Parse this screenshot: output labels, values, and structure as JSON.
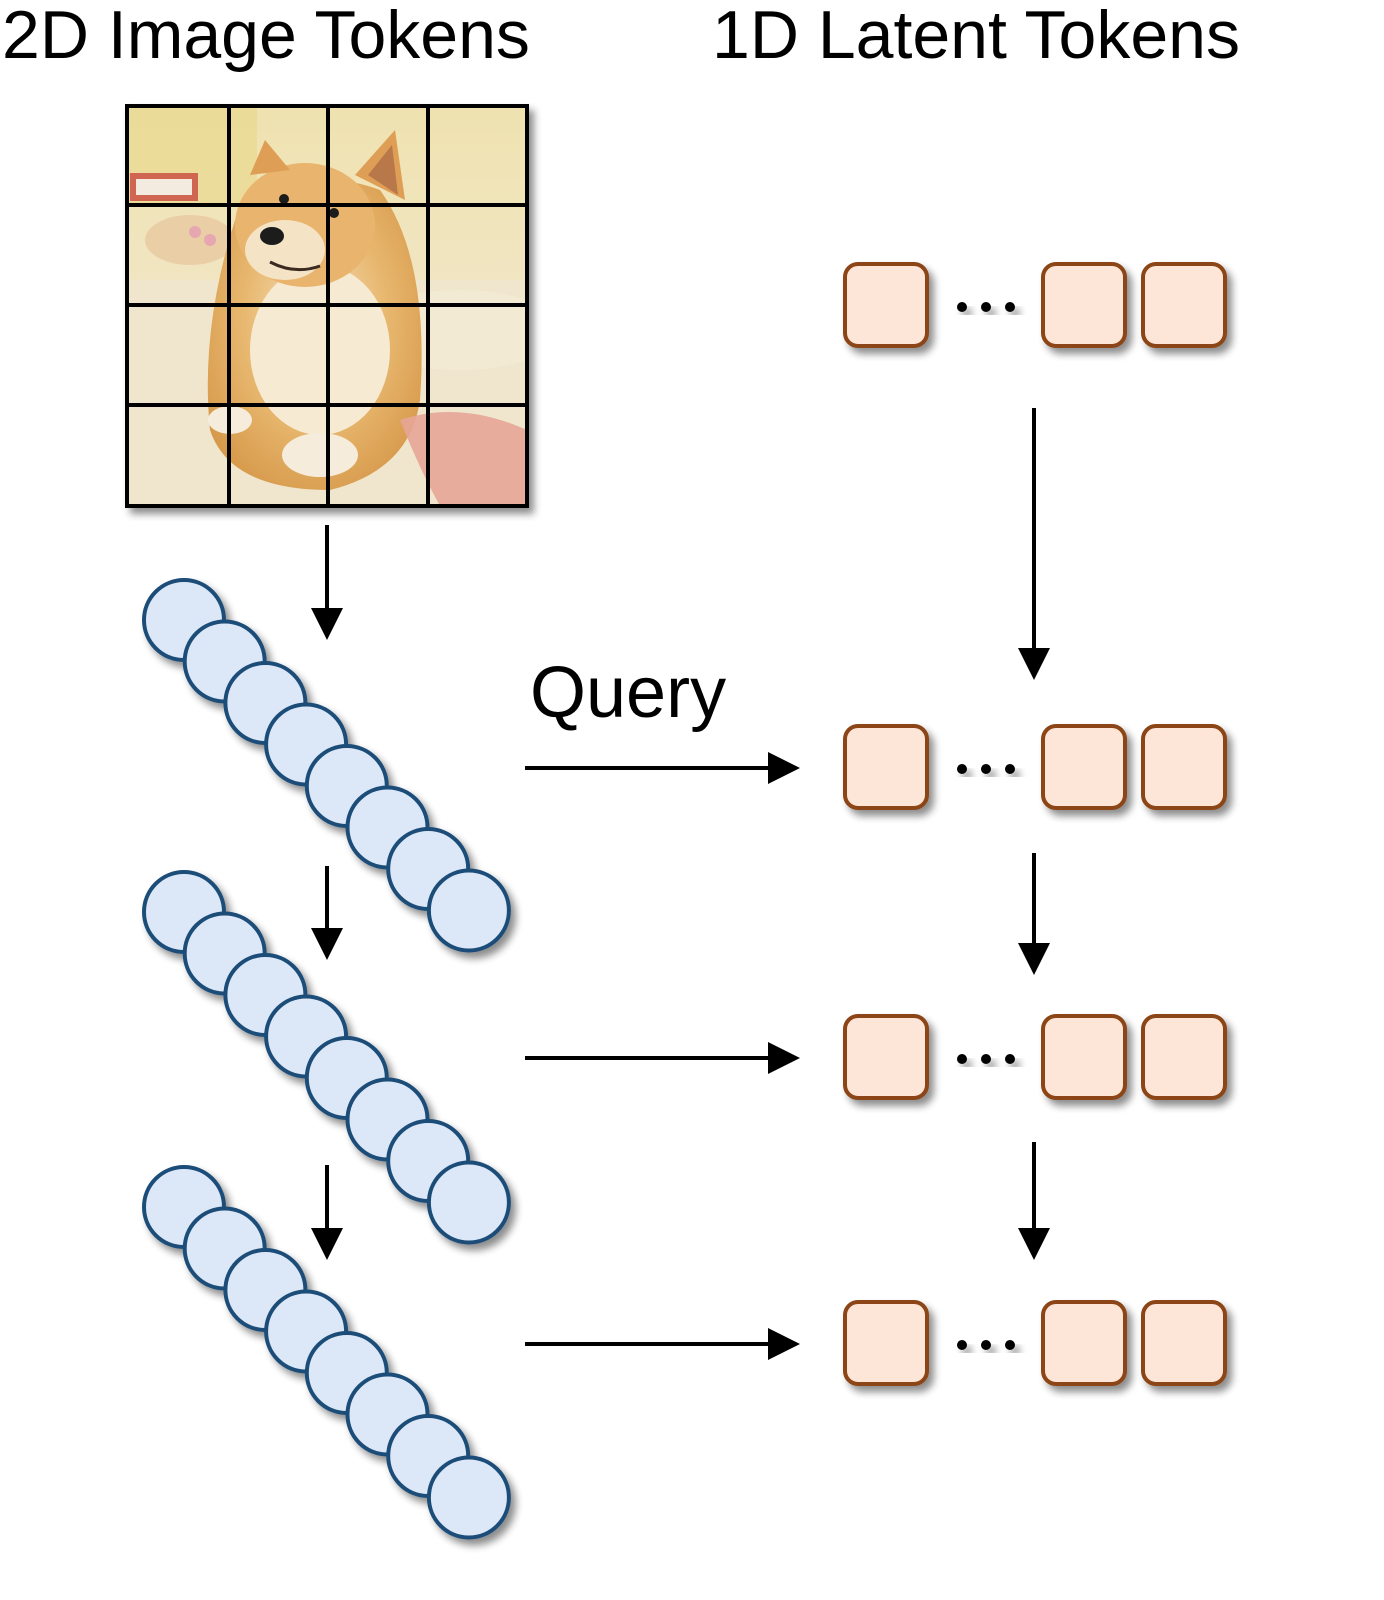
{
  "titles": {
    "left": "2D Image Tokens",
    "right": "1D Latent Tokens"
  },
  "query_label": "Query",
  "image": {
    "description": "Shiba Inu dog photo divided into a grid",
    "grid_rows": 4,
    "grid_cols": 4
  },
  "image_token_groups": [
    {
      "name": "image-token-sequence-1",
      "token_count": 8
    },
    {
      "name": "image-token-sequence-2",
      "token_count": 8
    },
    {
      "name": "image-token-sequence-3",
      "token_count": 8
    }
  ],
  "latent_token_rows": [
    {
      "name": "latent-tokens-initial",
      "ellipsis": "..."
    },
    {
      "name": "latent-tokens-layer-1",
      "ellipsis": "..."
    },
    {
      "name": "latent-tokens-layer-2",
      "ellipsis": "..."
    },
    {
      "name": "latent-tokens-layer-3",
      "ellipsis": "..."
    }
  ],
  "colors": {
    "image_token_fill": "#dce8f7",
    "image_token_stroke": "#1f4e79",
    "latent_token_fill": "#fde5d8",
    "latent_token_stroke": "#8b4513",
    "arrow": "#000000",
    "grid_line": "#000000"
  }
}
